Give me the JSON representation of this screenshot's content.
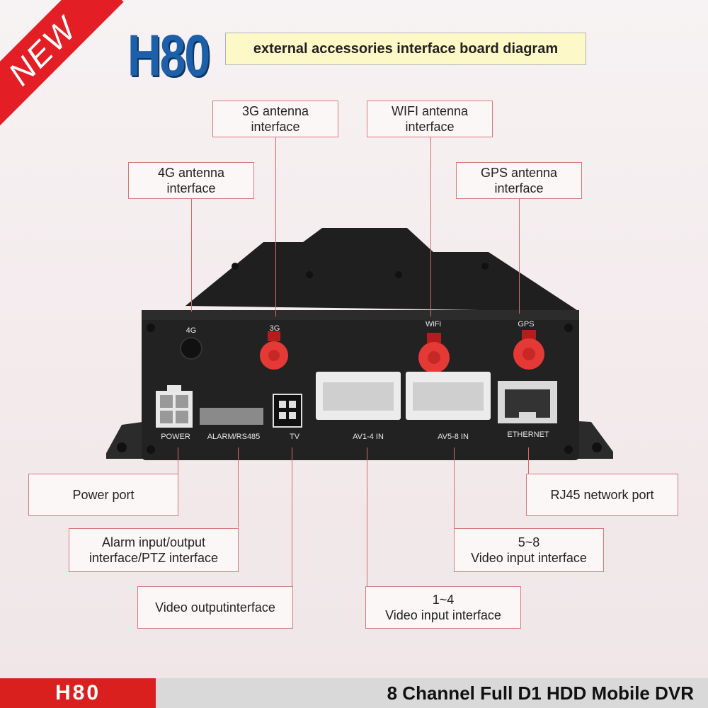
{
  "badge": {
    "text": "NEW"
  },
  "header": {
    "model": "H80",
    "title": "external accessories interface board diagram"
  },
  "device_labels": {
    "l4g": "4G",
    "l3g": "3G",
    "wifi": "WiFi",
    "gps": "GPS",
    "power": "POWER",
    "alarm": "ALARM/RS485",
    "tv": "TV",
    "av14": "AV1-4 IN",
    "av58": "AV5-8 IN",
    "ethernet": "ETHERNET"
  },
  "callouts": {
    "c3g": [
      "3G antenna",
      "interface"
    ],
    "wifi": [
      "WIFI antenna",
      "interface"
    ],
    "c4g": [
      "4G antenna",
      "interface"
    ],
    "gps": [
      "GPS antenna",
      "interface"
    ],
    "power": [
      "Power port"
    ],
    "rj45": [
      "RJ45 network port"
    ],
    "alarm": [
      "Alarm input/output",
      "interface/PTZ interface"
    ],
    "video58": [
      "5~8",
      "Video input interface"
    ],
    "video_out": [
      "Video outputinterface"
    ],
    "video14": [
      "1~4",
      "Video input interface"
    ]
  },
  "footer": {
    "model": "H80",
    "description": "8 Channel Full D1 HDD Mobile DVR"
  },
  "colors": {
    "accent_red": "#e31e24",
    "logo_blue": "#1d5fa8",
    "callout_border": "#d77a7a"
  }
}
